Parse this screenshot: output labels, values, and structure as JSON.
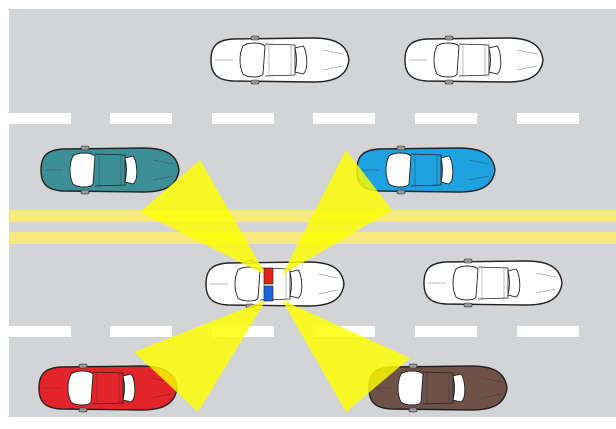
{
  "diagram": {
    "road_color": "#d3d4d6",
    "lane_marking_color": "#ffffff",
    "center_line_color": "#f6ea7f",
    "beam_color": "#ffff00",
    "cars": [
      {
        "id": "white-top-left",
        "color": "#ffffff",
        "lane": "top",
        "direction": "right"
      },
      {
        "id": "white-top-right",
        "color": "#ffffff",
        "lane": "top",
        "direction": "right"
      },
      {
        "id": "teal",
        "color": "#3d8f97",
        "lane": "upper-middle",
        "direction": "right"
      },
      {
        "id": "blue",
        "color": "#1fa0df",
        "lane": "upper-middle",
        "direction": "right"
      },
      {
        "id": "police",
        "color": "#ffffff",
        "lane": "lower-middle",
        "direction": "right",
        "lightbar": [
          "#e2231a",
          "#1a66d8"
        ]
      },
      {
        "id": "white-right",
        "color": "#ffffff",
        "lane": "lower-middle",
        "direction": "right"
      },
      {
        "id": "red",
        "color": "#e3242b",
        "lane": "bottom",
        "direction": "right"
      },
      {
        "id": "brown",
        "color": "#6e5248",
        "lane": "bottom",
        "direction": "right"
      }
    ],
    "beams_from": "police",
    "beams_to": [
      "teal",
      "blue",
      "red",
      "brown"
    ]
  }
}
